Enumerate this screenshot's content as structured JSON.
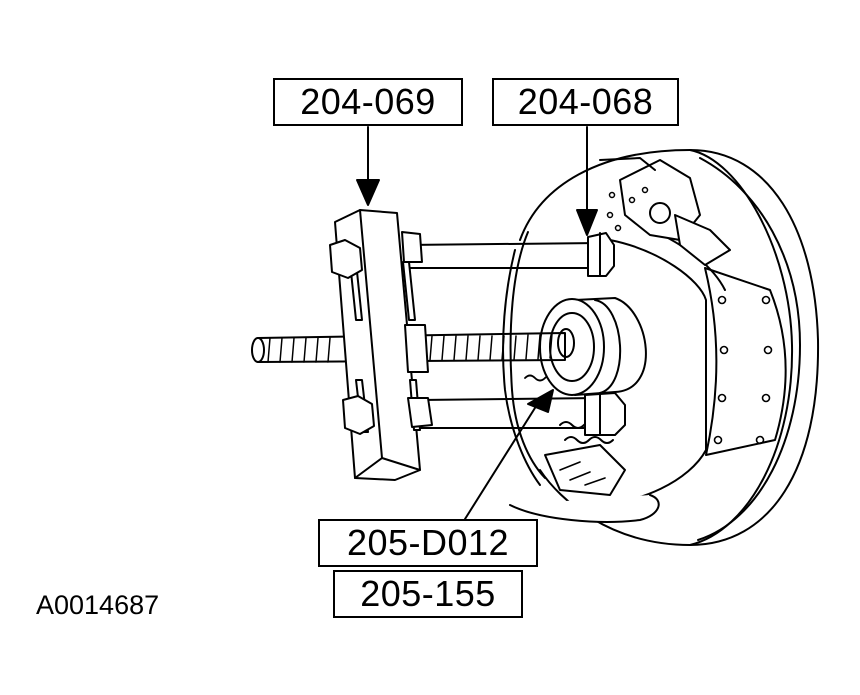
{
  "callouts": {
    "puller": "204-069",
    "adapter_top": "204-068",
    "tool_main": "205-D012",
    "tool_alt": "205-155"
  },
  "figure_id": "A0014687",
  "colors": {
    "ink": "#000000",
    "paper": "#ffffff"
  }
}
